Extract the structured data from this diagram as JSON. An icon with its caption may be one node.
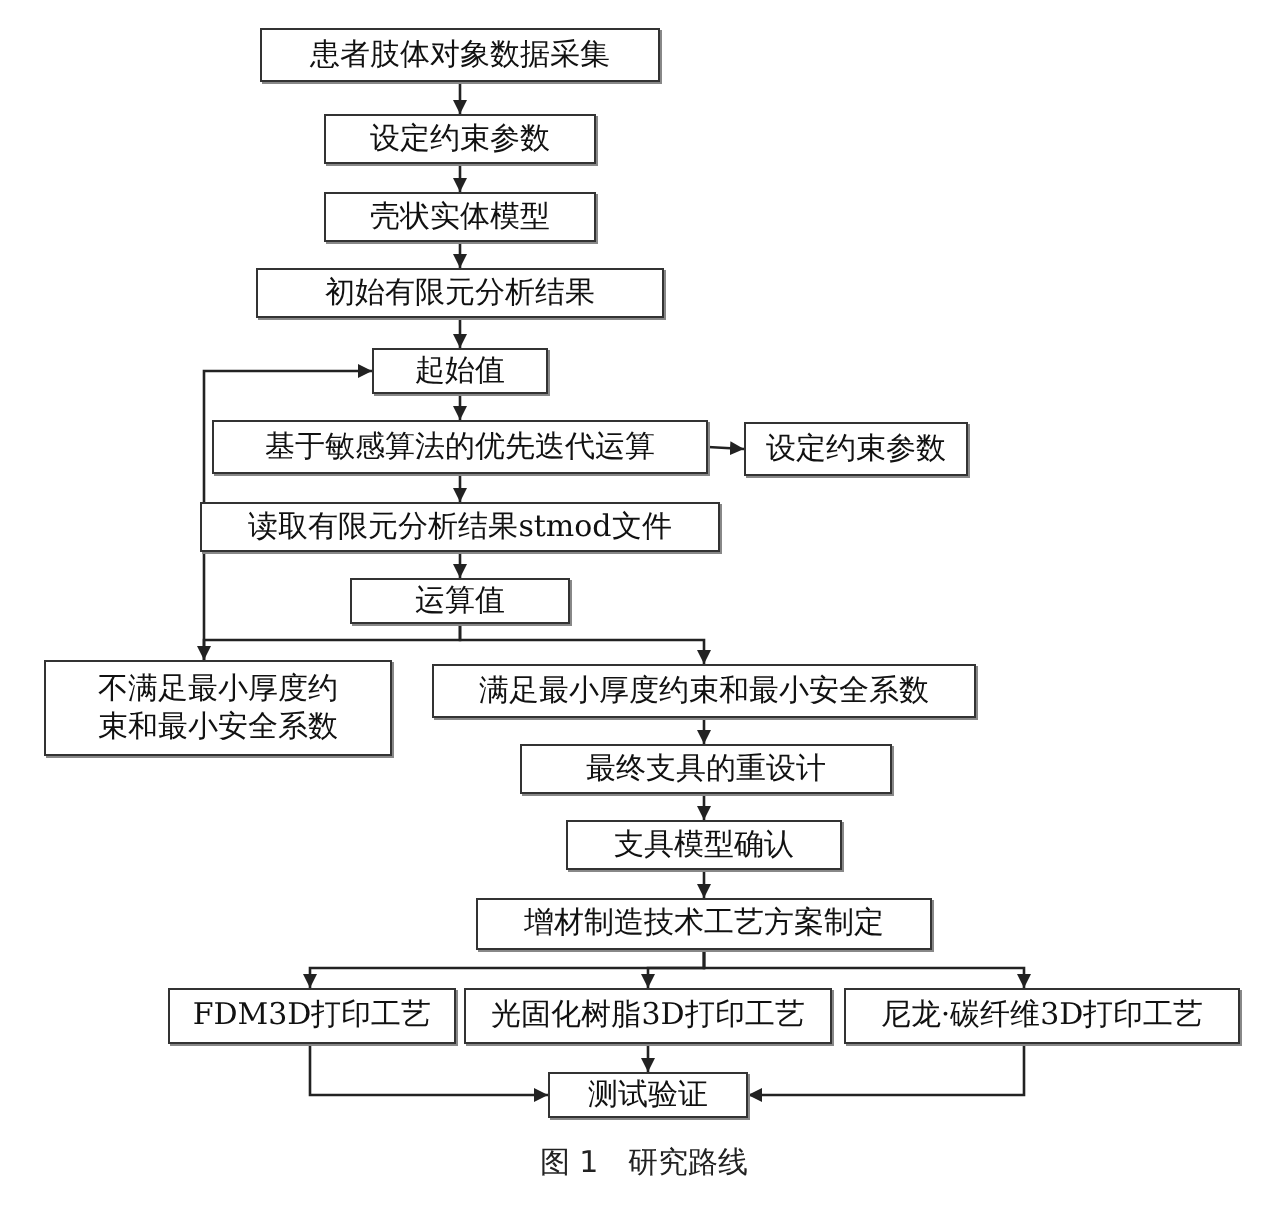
{
  "diagram": {
    "caption": "图 1　研究路线",
    "nodes": [
      {
        "text": [
          "患者肢体对象数据采集"
        ]
      },
      {
        "text": [
          "设定约束参数"
        ]
      },
      {
        "text": [
          "壳状实体模型"
        ]
      },
      {
        "text": [
          "初始有限元分析结果"
        ]
      },
      {
        "text": [
          "起始值"
        ]
      },
      {
        "text": [
          "基于敏感算法的优先迭代运算"
        ]
      },
      {
        "text": [
          "设定约束参数"
        ]
      },
      {
        "text": [
          "读取有限元分析结果stmod文件"
        ]
      },
      {
        "text": [
          "运算值"
        ]
      },
      {
        "text": [
          "不满足最小厚度约束和最小安全系数"
        ]
      },
      {
        "text": [
          "满足最小厚度约束和最小安全系数"
        ]
      },
      {
        "text": [
          "最终支具的重设计"
        ]
      },
      {
        "text": [
          "支具模型确认"
        ]
      },
      {
        "text": [
          "增材制造技术工艺方案制定"
        ]
      },
      {
        "text": [
          "FDM3D打印工艺"
        ]
      },
      {
        "text": [
          "光固化树脂3D打印工艺"
        ]
      },
      {
        "text": [
          "尼龙·碳纤维3D打印工艺"
        ]
      },
      {
        "text": [
          "测试验证"
        ]
      }
    ],
    "edges": [
      {
        "from": 0,
        "to": 1,
        "arrow": "to"
      },
      {
        "from": 1,
        "to": 2,
        "arrow": "to"
      },
      {
        "from": 2,
        "to": 3,
        "arrow": "to"
      },
      {
        "from": 3,
        "to": 4,
        "arrow": "to"
      },
      {
        "from": 4,
        "to": 5,
        "arrow": "to"
      },
      {
        "from": 5,
        "to": 6,
        "arrow": "to"
      },
      {
        "from": 5,
        "to": 7,
        "arrow": "to"
      },
      {
        "from": 7,
        "to": 8,
        "arrow": "to"
      },
      {
        "from": 8,
        "to": 9,
        "arrow": "to"
      },
      {
        "from": 8,
        "to": 10,
        "arrow": "to"
      },
      {
        "from": 9,
        "to": 4,
        "arrow": "to"
      },
      {
        "from": 10,
        "to": 11,
        "arrow": "to"
      },
      {
        "from": 11,
        "to": 12,
        "arrow": "to"
      },
      {
        "from": 12,
        "to": 13,
        "arrow": "to"
      },
      {
        "from": 13,
        "to": 14,
        "arrow": "to"
      },
      {
        "from": 13,
        "to": 15,
        "arrow": "to"
      },
      {
        "from": 13,
        "to": 16,
        "arrow": "to"
      },
      {
        "from": 14,
        "to": 17,
        "arrow": "to"
      },
      {
        "from": 15,
        "to": 17,
        "arrow": "to"
      },
      {
        "from": 16,
        "to": 17,
        "arrow": "to"
      }
    ]
  }
}
